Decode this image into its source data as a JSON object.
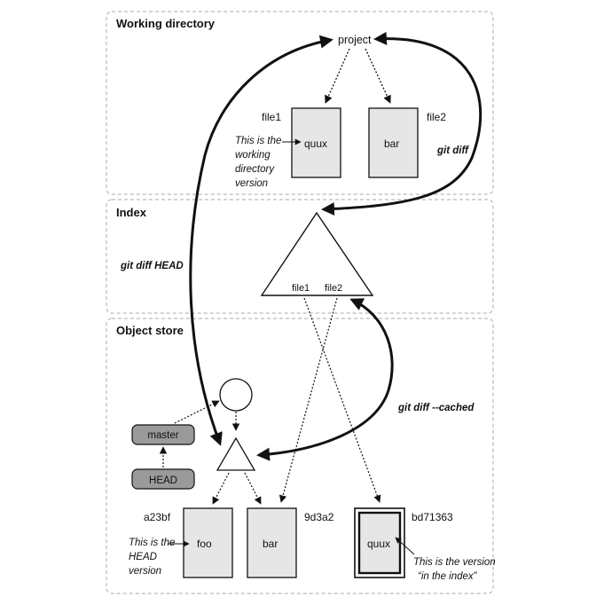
{
  "sections": {
    "working_directory": "Working directory",
    "index": "Index",
    "object_store": "Object store"
  },
  "working_dir": {
    "root": "project",
    "file1_name": "file1",
    "file1_content": "quux",
    "file2_name": "file2",
    "file2_content": "bar",
    "note": [
      "This is the",
      "working",
      "directory",
      "version"
    ]
  },
  "index": {
    "entry1": "file1",
    "entry2": "file2"
  },
  "object_store": {
    "ref_master": "master",
    "ref_head": "HEAD",
    "blob1_hash": "a23bf",
    "blob1_content": "foo",
    "blob2_hash": "9d3a2",
    "blob2_content": "bar",
    "blob3_hash": "bd71363",
    "blob3_content": "quux",
    "head_note": [
      "This is the",
      "HEAD",
      "version"
    ],
    "index_note": [
      "This is the version",
      "“in the index”"
    ]
  },
  "arrows": {
    "git_diff": "git diff",
    "git_diff_head": "git diff HEAD",
    "git_diff_cached": "git diff --cached"
  }
}
